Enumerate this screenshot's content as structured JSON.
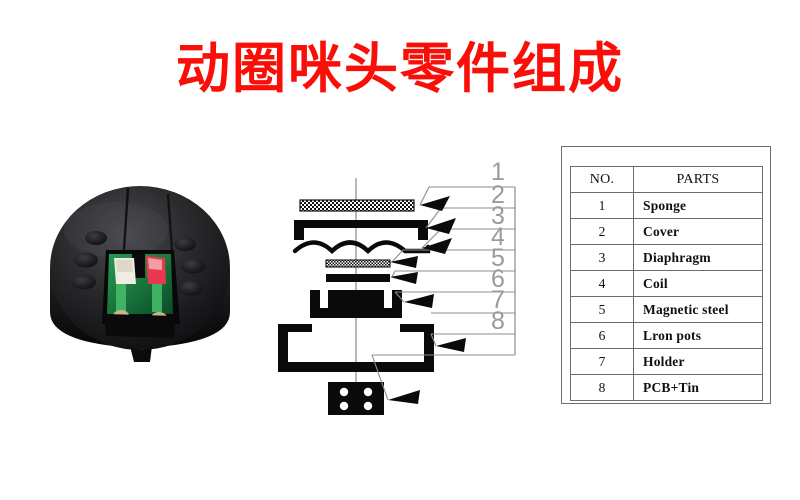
{
  "title": "动圈咪头零件组成",
  "title_color": "#fa0f08",
  "background_color": "#ffffff",
  "photo": {
    "alt": "Dynamic microphone capsule photograph",
    "body_color": "#1a1a1a",
    "pcb_color": "#1e7a3c",
    "wire_colors": [
      "#f2efe6",
      "#e8384f"
    ]
  },
  "diagram": {
    "name": "exploded-assembly-diagram",
    "centerline": true,
    "callouts": [
      {
        "number": "1",
        "part": "Sponge"
      },
      {
        "number": "2",
        "part": "Cover"
      },
      {
        "number": "3",
        "part": "Diaphragm"
      },
      {
        "number": "4",
        "part": "Coil"
      },
      {
        "number": "5",
        "part": "Magnetic steel"
      },
      {
        "number": "6",
        "part": "Lron pots"
      },
      {
        "number": "7",
        "part": "Holder"
      },
      {
        "number": "8",
        "part": "PCB+Tin"
      }
    ]
  },
  "table": {
    "headers": {
      "no": "NO.",
      "parts": "PARTS"
    },
    "rows": [
      {
        "no": "1",
        "part": "Sponge"
      },
      {
        "no": "2",
        "part": "Cover"
      },
      {
        "no": "3",
        "part": "Diaphragm"
      },
      {
        "no": "4",
        "part": "Coil"
      },
      {
        "no": "5",
        "part": "Magnetic steel"
      },
      {
        "no": "6",
        "part": "Lron pots"
      },
      {
        "no": "7",
        "part": "Holder"
      },
      {
        "no": "8",
        "part": "PCB+Tin"
      }
    ]
  }
}
